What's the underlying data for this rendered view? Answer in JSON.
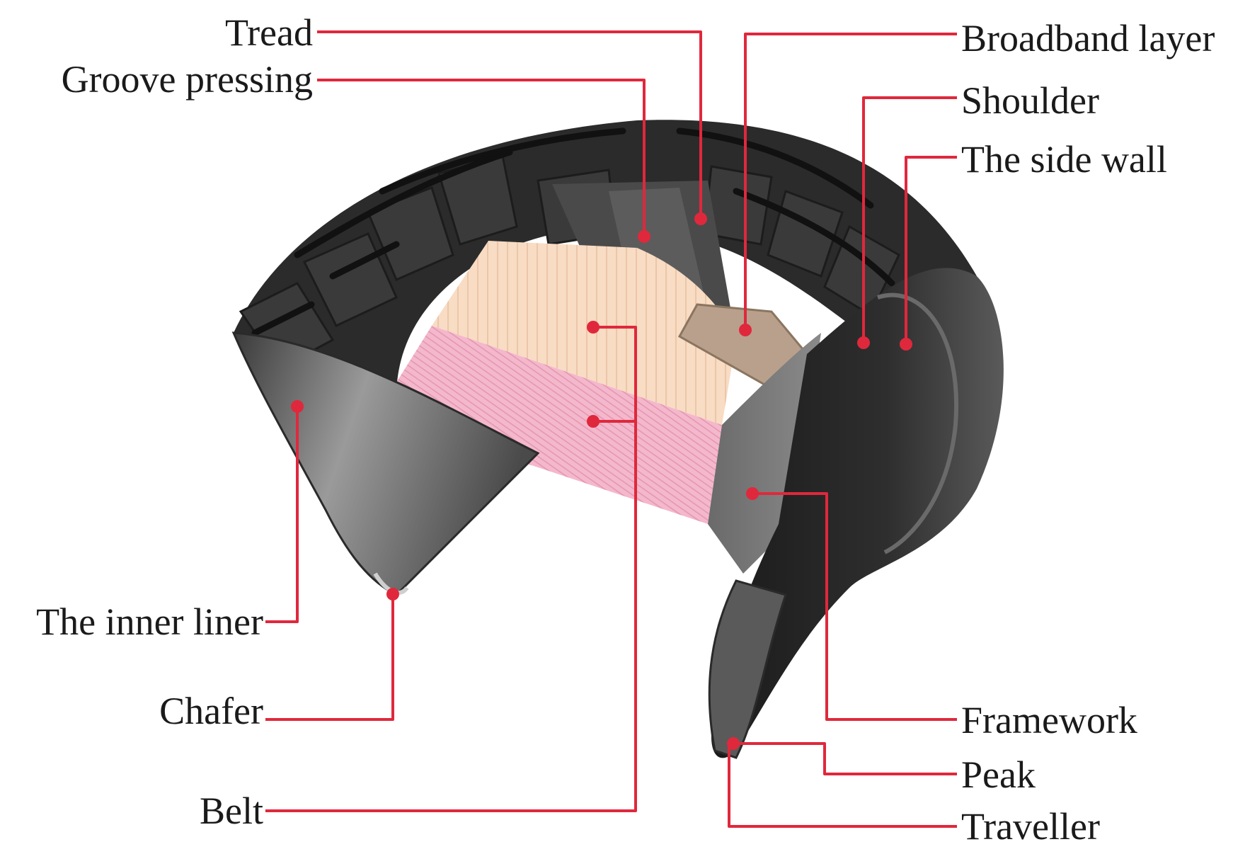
{
  "diagram": {
    "labels": {
      "tread": "Tread",
      "groove_pressing": "Groove pressing",
      "broadband_layer": "Broadband layer",
      "shoulder": "Shoulder",
      "side_wall": "The side wall",
      "inner_liner": "The inner liner",
      "chafer": "Chafer",
      "belt": "Belt",
      "framework": "Framework",
      "peak": "Peak",
      "traveller": "Traveller"
    },
    "colors": {
      "leader_line": "#e0283c",
      "rubber": "#2b2b2b",
      "belt_layer": "#f8dcc4",
      "ply_layer": "#f4b8cc",
      "broadband_layer": "#b8a08c"
    }
  }
}
